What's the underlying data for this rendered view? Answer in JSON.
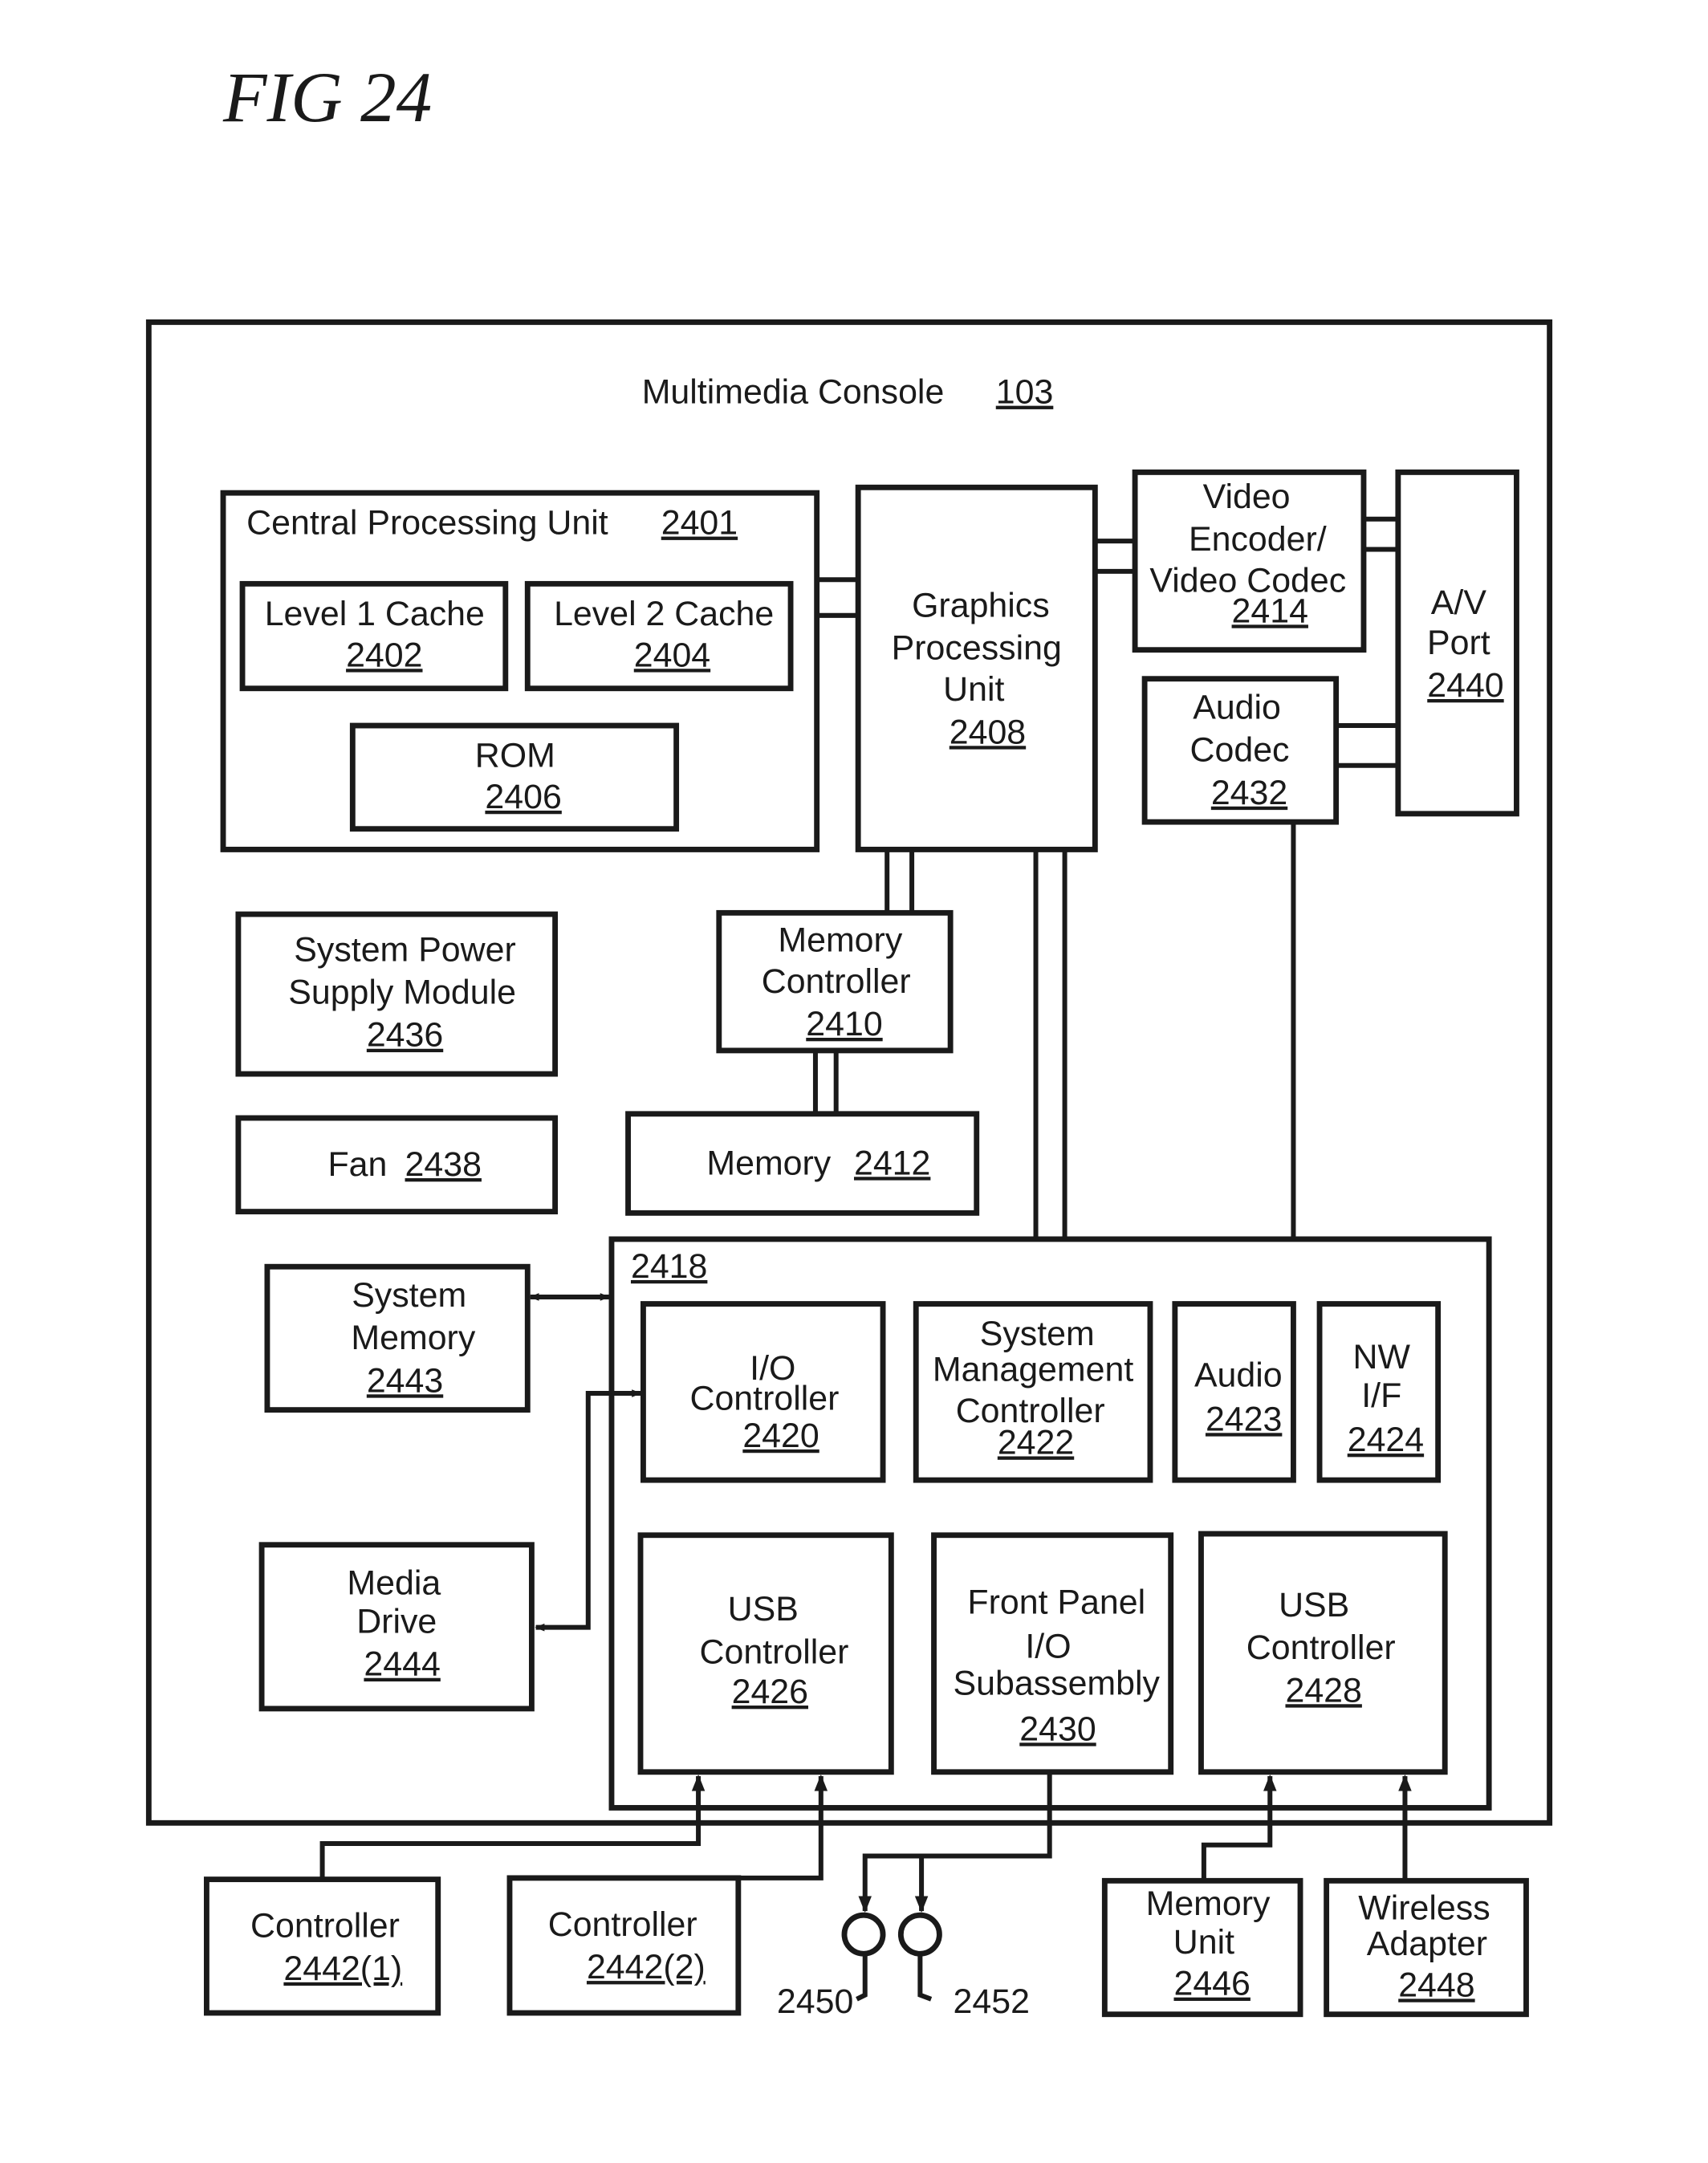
{
  "figure_label": "FIG 24",
  "console": {
    "label": "Multimedia Console",
    "ref": "103"
  },
  "cpu": {
    "label": "Central Processing Unit",
    "ref": "2401"
  },
  "l1_cache": {
    "label": "Level 1 Cache",
    "ref": "2402"
  },
  "l2_cache": {
    "label": "Level 2 Cache",
    "ref": "2404"
  },
  "rom": {
    "label": "ROM",
    "ref": "2406"
  },
  "gpu": {
    "lines": [
      "Graphics",
      "Processing",
      "Unit"
    ],
    "ref": "2408"
  },
  "video_encoder": {
    "lines": [
      "Video",
      "Encoder/",
      "Video Codec"
    ],
    "ref": "2414"
  },
  "av_port": {
    "lines": [
      "A/V",
      "Port"
    ],
    "ref": "2440"
  },
  "audio_codec": {
    "lines": [
      "Audio",
      "Codec"
    ],
    "ref": "2432"
  },
  "power_supply": {
    "lines": [
      "System Power",
      "Supply Module"
    ],
    "ref": "2436"
  },
  "fan": {
    "label": "Fan",
    "ref": "2438"
  },
  "memory_controller": {
    "lines": [
      "Memory",
      "Controller"
    ],
    "ref": "2410"
  },
  "memory": {
    "label": "Memory",
    "ref": "2412"
  },
  "io_block": {
    "ref": "2418"
  },
  "system_memory": {
    "lines": [
      "System",
      "Memory"
    ],
    "ref": "2443"
  },
  "media_drive": {
    "lines": [
      "Media",
      "Drive"
    ],
    "ref": "2444"
  },
  "io_controller": {
    "lines": [
      "I/O",
      "Controller"
    ],
    "ref": "2420"
  },
  "sys_mgmt_controller": {
    "lines": [
      "System",
      "Management",
      "Controller"
    ],
    "ref": "2422"
  },
  "audio": {
    "label": "Audio",
    "ref": "2423"
  },
  "nw_if": {
    "lines": [
      "NW",
      "I/F"
    ],
    "ref": "2424"
  },
  "usb_controller_1": {
    "lines": [
      "USB",
      "Controller"
    ],
    "ref": "2426"
  },
  "front_panel": {
    "lines": [
      "Front Panel",
      "I/O",
      "Subassembly"
    ],
    "ref": "2430"
  },
  "usb_controller_2": {
    "lines": [
      "USB",
      "Controller"
    ],
    "ref": "2428"
  },
  "controller_1": {
    "label": "Controller",
    "ref": "2442(1)"
  },
  "controller_2": {
    "label": "Controller",
    "ref": "2442(2)"
  },
  "button_1": {
    "ref": "2450"
  },
  "button_2": {
    "ref": "2452"
  },
  "memory_unit": {
    "lines": [
      "Memory",
      "Unit"
    ],
    "ref": "2446"
  },
  "wireless_adapter": {
    "lines": [
      "Wireless",
      "Adapter"
    ],
    "ref": "2448"
  }
}
